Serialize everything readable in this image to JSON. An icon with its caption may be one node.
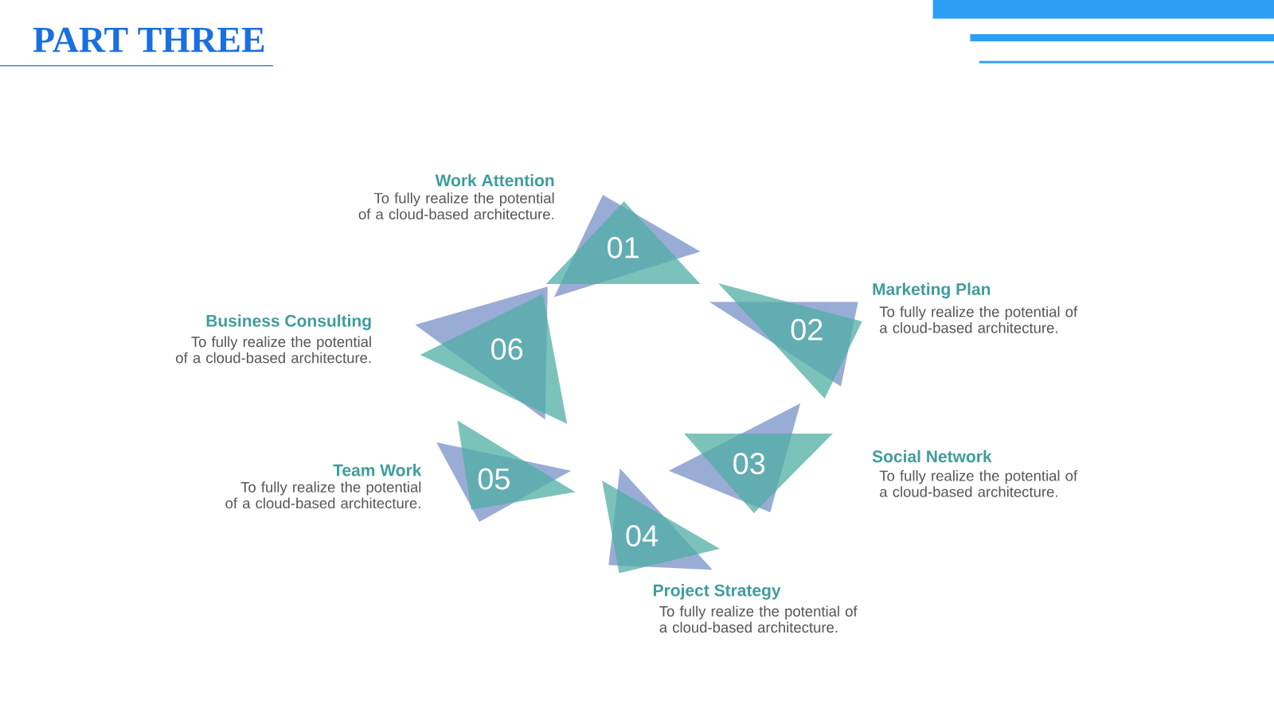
{
  "diagram": {
    "title": "PART THREE",
    "nodes": [
      {
        "text": [
          "01"
        ],
        "beside": [
          "Work Attention",
          "To fully realize the potential of a cloud-based architecture."
        ]
      },
      {
        "text": [
          "02"
        ],
        "beside": [
          "Marketing Plan",
          "To fully realize the potential of a cloud-based architecture."
        ]
      },
      {
        "text": [
          "03"
        ],
        "beside": [
          "Social Network",
          "To fully realize the potential of a cloud-based architecture."
        ]
      },
      {
        "text": [
          "04"
        ],
        "beside": [
          "Project Strategy",
          "To fully realize the potential of a cloud-based architecture."
        ]
      },
      {
        "text": [
          "05"
        ],
        "beside": [
          "Team Work",
          "To fully realize the potential of a cloud-based architecture."
        ]
      },
      {
        "text": [
          "06"
        ],
        "beside": [
          "Business Consulting",
          "To fully realize the potential of a cloud-based architecture."
        ]
      }
    ]
  }
}
